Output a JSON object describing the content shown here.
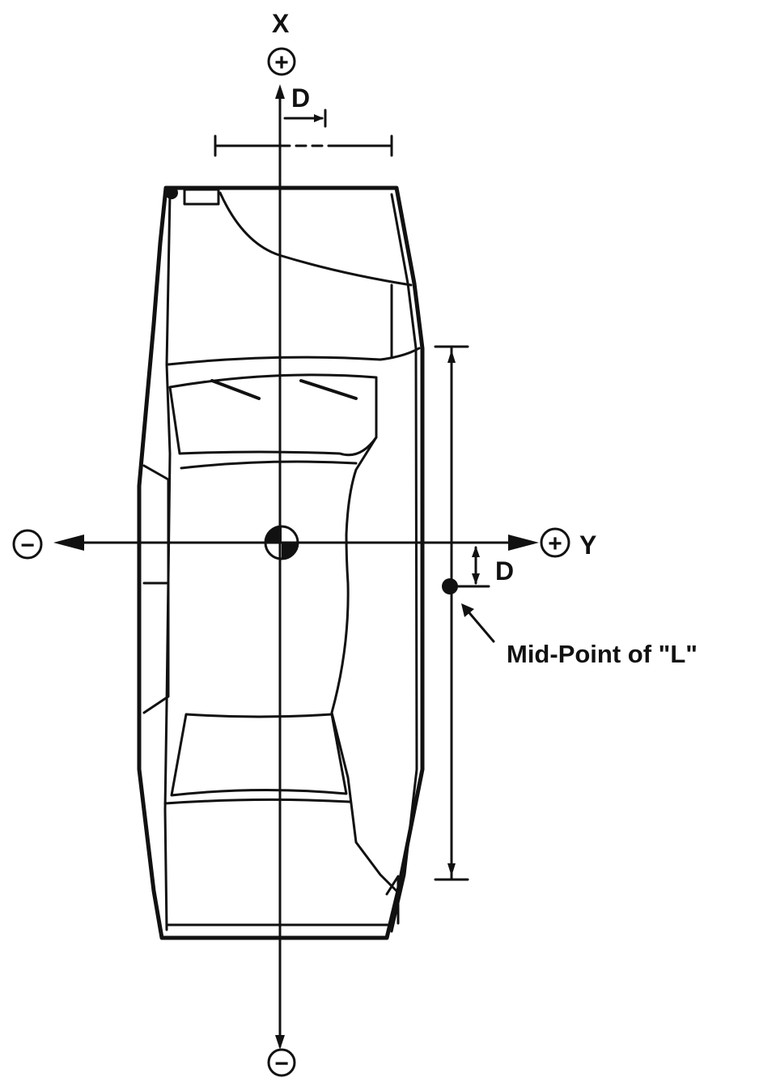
{
  "axes": {
    "x_label": "X",
    "y_label": "Y",
    "x_positive_sign": "+",
    "x_negative_sign": "−",
    "y_positive_sign": "+",
    "y_negative_sign": "−"
  },
  "dimensions": {
    "offset_x_label": "D",
    "offset_y_label": "D"
  },
  "callout": {
    "midpoint_label": "Mid-Point of \"L\""
  },
  "colors": {
    "ink": "#111111",
    "background": "#ffffff"
  }
}
